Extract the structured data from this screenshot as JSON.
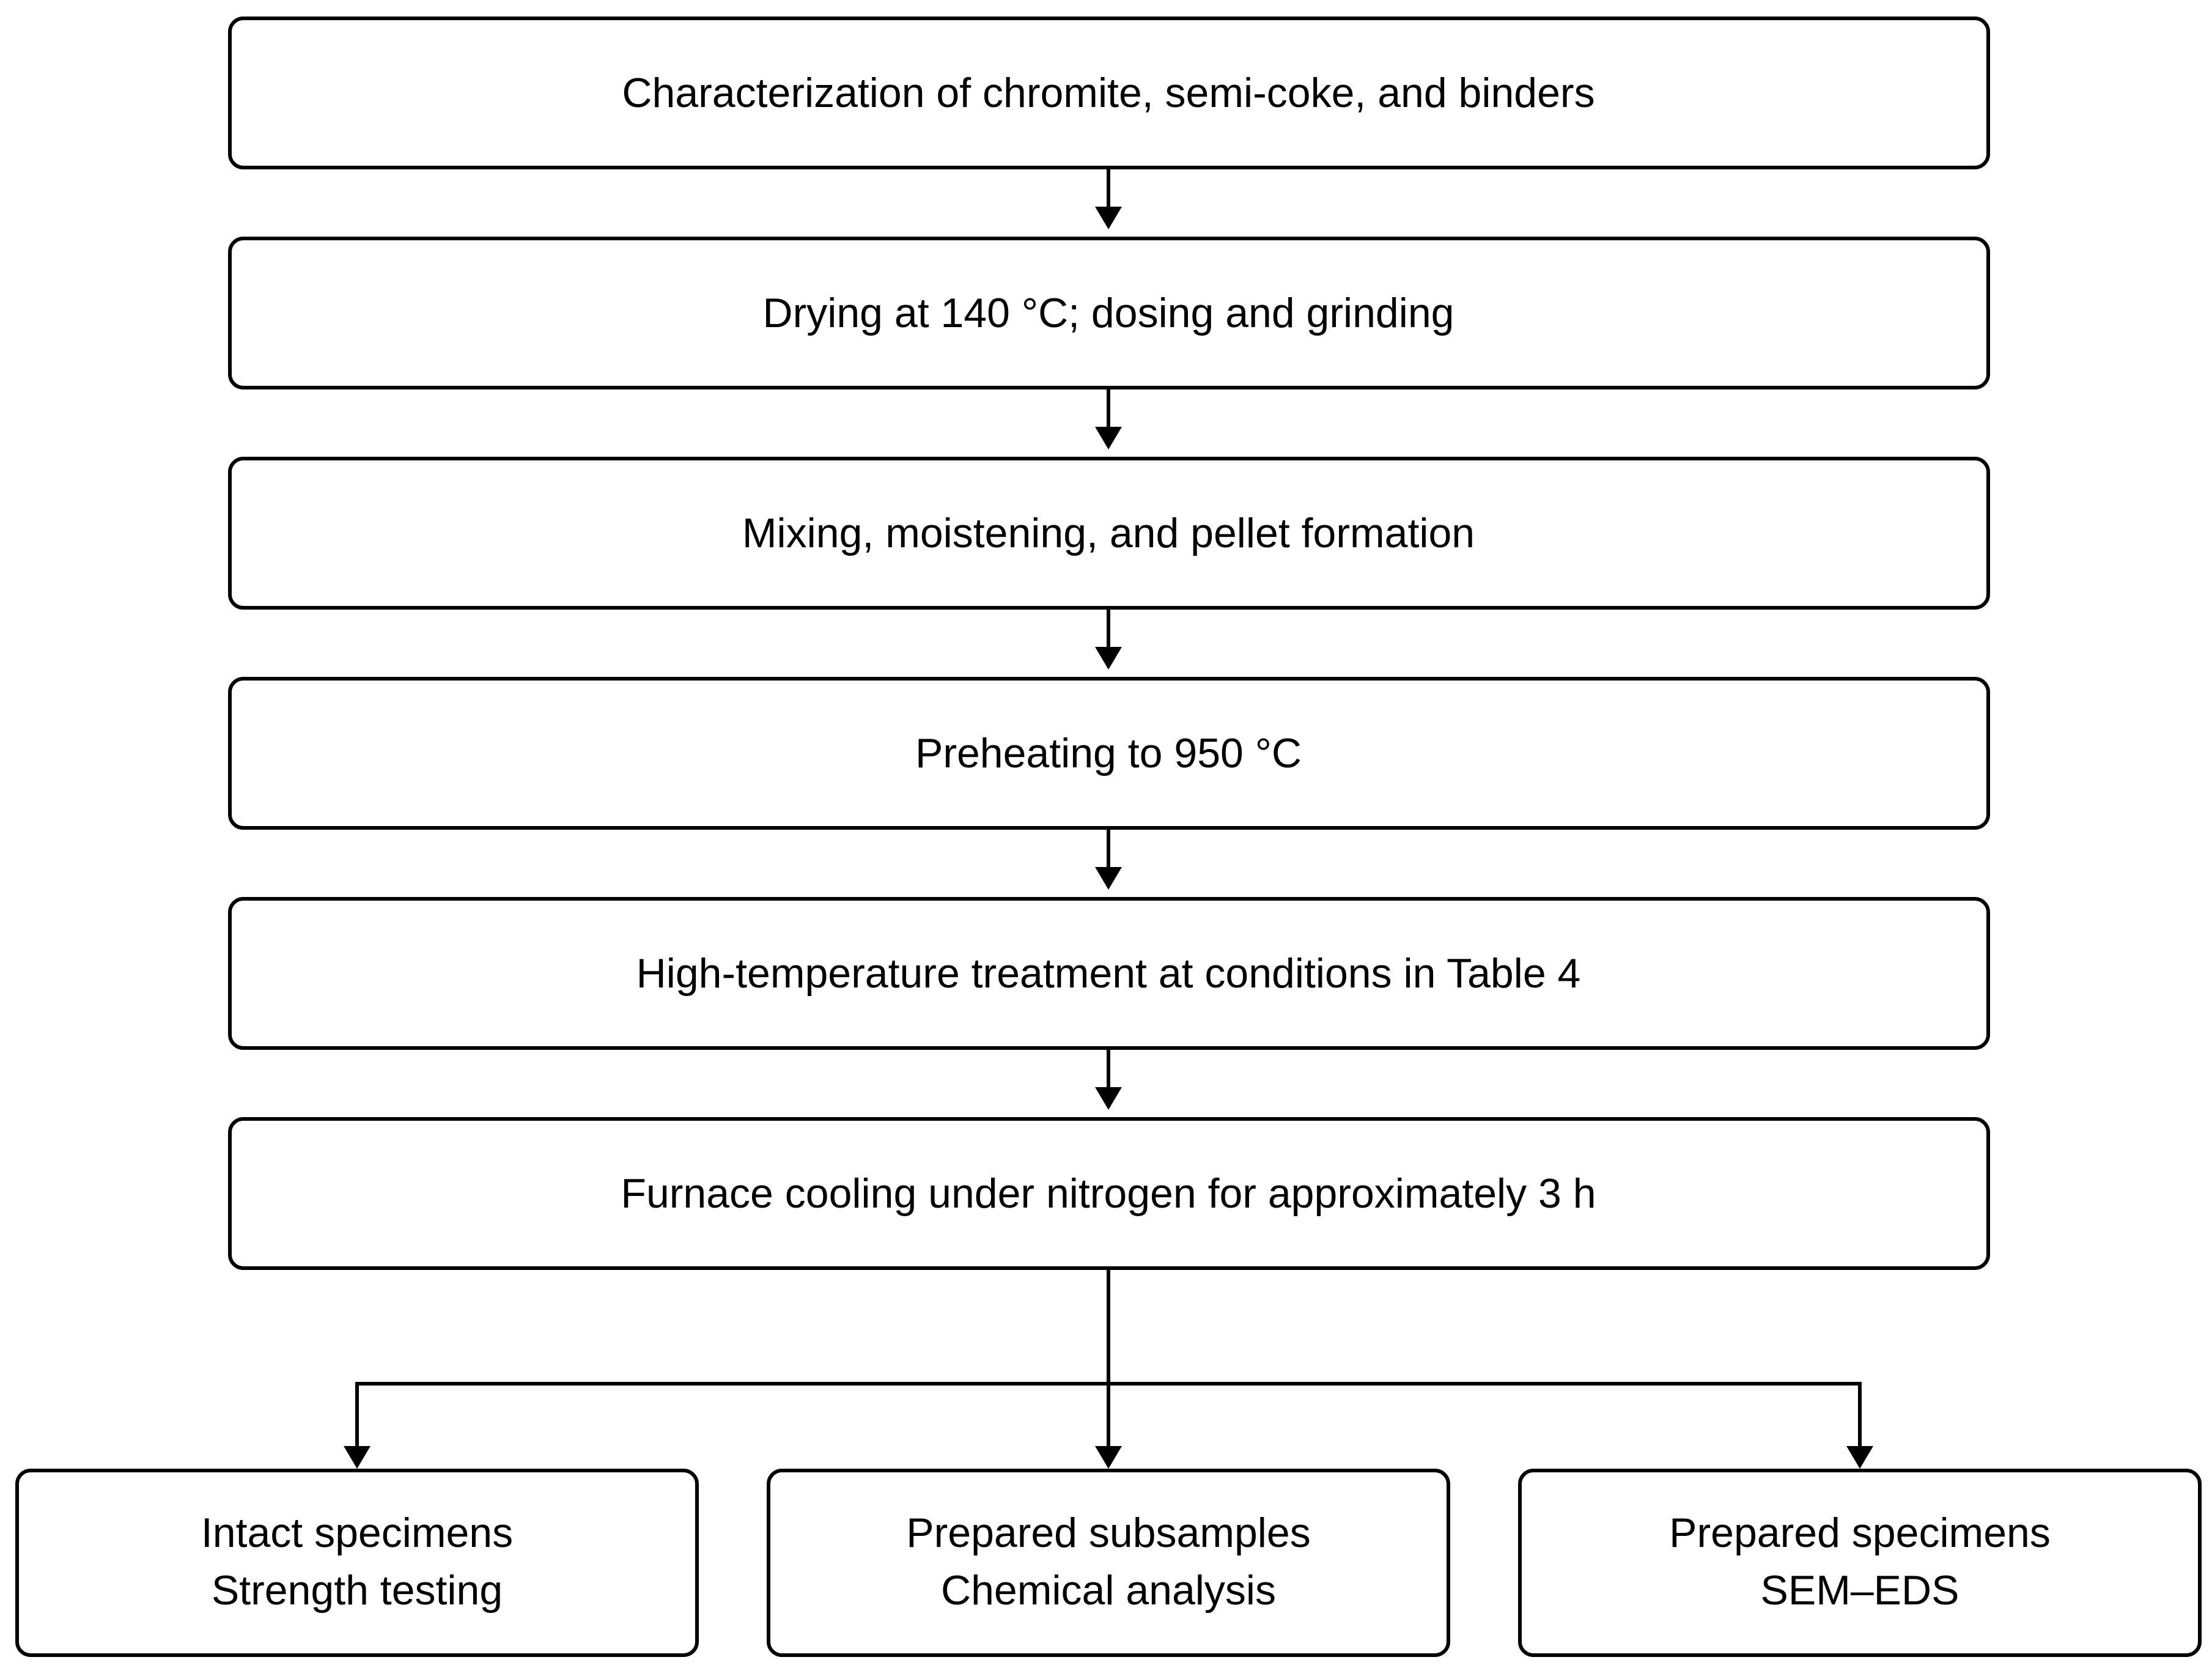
{
  "flowchart": {
    "steps": [
      {
        "label": "Characterization of chromite, semi-coke, and binders"
      },
      {
        "label": "Drying at 140 °C; dosing and grinding"
      },
      {
        "label": "Mixing, moistening, and pellet formation"
      },
      {
        "label": "Preheating to 950 °C"
      },
      {
        "label": "High-temperature treatment at conditions in Table 4"
      },
      {
        "label": "Furnace cooling under nitrogen for approximately 3 h"
      }
    ],
    "outputs": [
      {
        "line1": "Intact specimens",
        "line2": "Strength testing"
      },
      {
        "line1": "Prepared subsamples",
        "line2": "Chemical analysis"
      },
      {
        "line1": "Prepared specimens",
        "line2": "SEM–EDS"
      }
    ]
  }
}
